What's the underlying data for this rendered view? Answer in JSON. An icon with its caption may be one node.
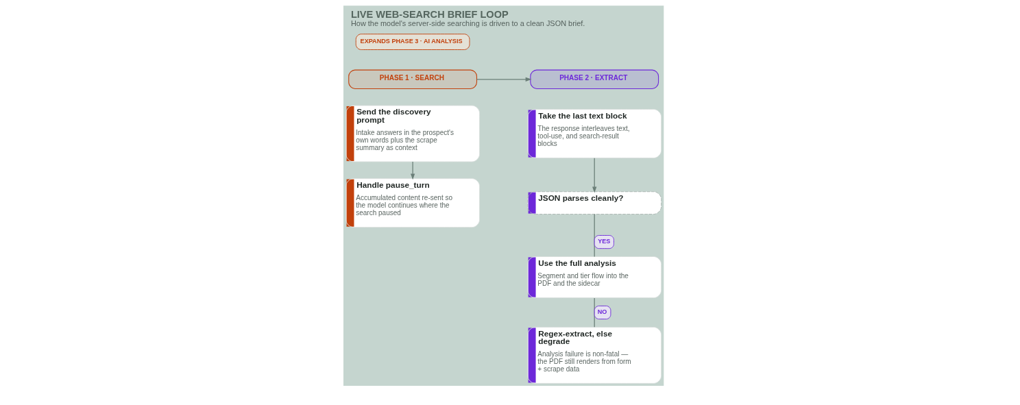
{
  "diagram": {
    "title": "LIVE WEB-SEARCH BRIEF LOOP",
    "caption": "How the model's server-side searching is driven to a clean JSON brief.",
    "nodes": [
      {
        "text": [
          "PHASE 1 · SEARCH"
        ]
      },
      {
        "text": [
          "PHASE 2 · EXTRACT"
        ]
      },
      {
        "text": [
          "Send the discovery prompt",
          "Intake answers in the prospect's own words plus the scrape summary as context"
        ]
      },
      {
        "text": [
          "Handle pause_turn",
          "Accumulated content re-sent so the model continues where the search paused"
        ]
      },
      {
        "text": [
          "Take the last text block",
          "The response interleaves text, tool-use, and search-result blocks"
        ]
      },
      {
        "text": [
          "JSON parses cleanly?"
        ]
      },
      {
        "text": [
          "Use the full analysis",
          "Segment and tier flow into the PDF and the sidecar"
        ]
      },
      {
        "text": [
          "Regex-extract, else degrade",
          "Analysis failure is non-fatal — the PDF still renders from form + scrape data"
        ]
      }
    ],
    "edges": [
      {
        "from": 0,
        "to": 1,
        "arrow": "to"
      },
      {
        "from": 2,
        "to": 3,
        "arrow": "to"
      },
      {
        "from": 4,
        "to": 5,
        "arrow": "to"
      },
      {
        "from": 5,
        "to": 6,
        "arrow": "none",
        "label": "YES"
      },
      {
        "from": 6,
        "to": 7,
        "arrow": "none",
        "label": "NO"
      }
    ],
    "labels": [
      "EXPANDS PHASE 3 · AI ANALYSIS"
    ]
  }
}
